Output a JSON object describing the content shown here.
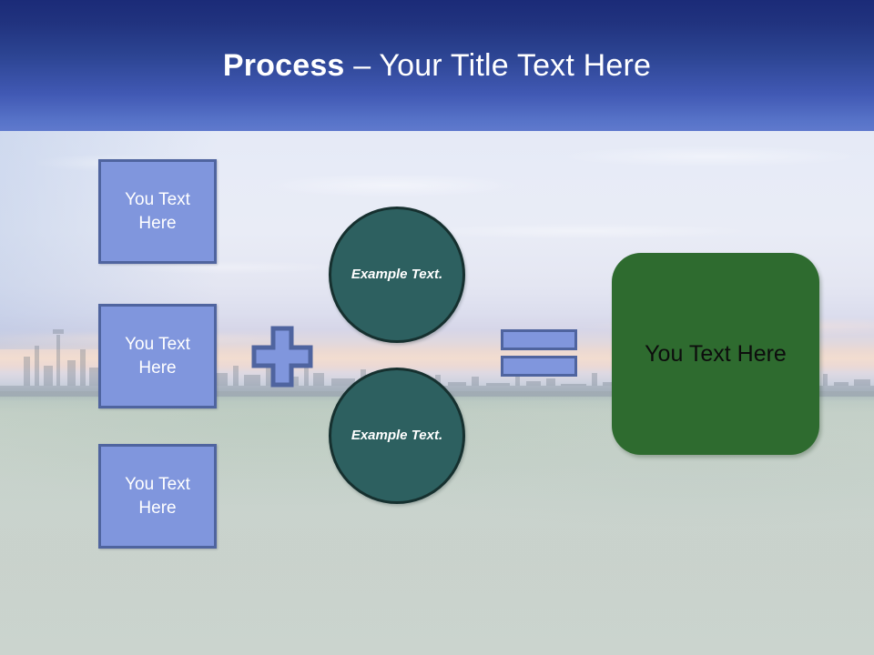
{
  "slide": {
    "header": {
      "title_bold": "Process",
      "title_rest": " – Your Title Text Here"
    },
    "inputs": [
      {
        "label": "You Text Here"
      },
      {
        "label": "You Text Here"
      },
      {
        "label": "You Text Here"
      }
    ],
    "operators": {
      "plus": "plus-sign",
      "equals": "equals-sign"
    },
    "factors": [
      {
        "label": "Example Text."
      },
      {
        "label": "Example Text."
      }
    ],
    "result": {
      "label": "You Text Here"
    },
    "colors": {
      "header_top": "#1b2b78",
      "header_bottom": "#5f79cd",
      "box_fill": "#8096dd",
      "box_border": "#4f649f",
      "circle_fill": "#2d6060",
      "circle_border": "#16302f",
      "result_fill": "#2e6b2f",
      "title_text": "#ffffff",
      "box_text": "#ffffff",
      "result_text": "#0d0d0d"
    }
  }
}
